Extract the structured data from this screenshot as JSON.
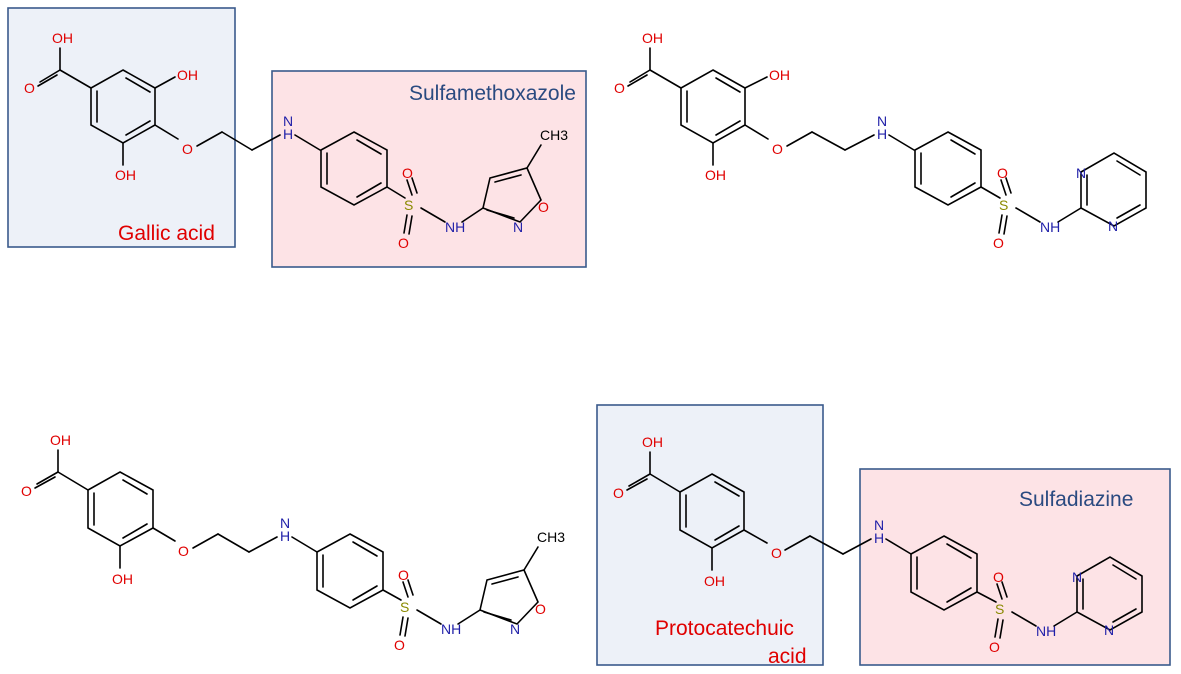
{
  "figure": {
    "colors": {
      "oxygen": "#e00000",
      "nitrogen": "#1f1fa8",
      "sulfur": "#8a8a00",
      "bond": "#000000",
      "box_blue_fill": "#edf1f8",
      "box_pink_fill": "#fde3e6",
      "box_border": "#3a5a8c"
    },
    "labels": {
      "gallic_acid": "Gallic acid",
      "sulfamethoxazole": "Sulfamethoxazole",
      "protocatechuic_line1": "Protocatechuic",
      "protocatechuic_line2": "acid",
      "sulfadiazine": "Sulfadiazine"
    },
    "atoms": {
      "OH": "OH",
      "O": "O",
      "N": "N",
      "NH": "NH",
      "H": "H",
      "S": "S",
      "CH3": "CH3"
    }
  }
}
